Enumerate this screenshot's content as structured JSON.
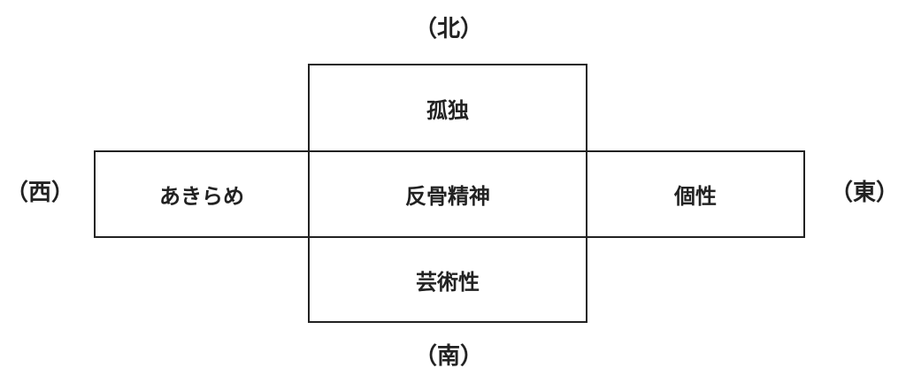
{
  "directions": {
    "north": "（北）",
    "south": "（南）",
    "west": "（西）",
    "east": "（東）"
  },
  "cells": {
    "north": "孤独",
    "west": "あきらめ",
    "center": "反骨精神",
    "east": "個性",
    "south": "芸術性"
  }
}
